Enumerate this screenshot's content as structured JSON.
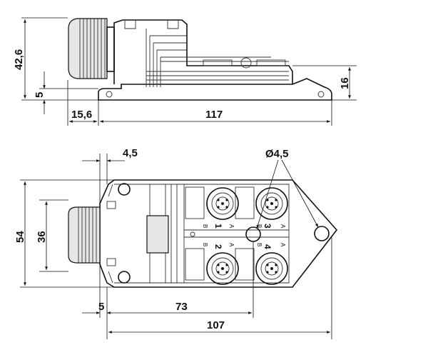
{
  "side_view": {
    "dims": {
      "height_total": "42,6",
      "base_height": "5",
      "gland_length": "15,6",
      "body_length": "117",
      "right_height": "16"
    }
  },
  "top_view": {
    "dims": {
      "hole_offset": "4,5",
      "hole_diameter": "Ø4,5",
      "width_total": "54",
      "gland_width": "36",
      "offset_left": "5",
      "port_spacing": "73",
      "mount_length": "107"
    },
    "ports": [
      {
        "number": "1",
        "a": "A",
        "b": "B"
      },
      {
        "number": "2",
        "a": "A",
        "b": "B"
      },
      {
        "number": "3",
        "a": "A",
        "b": "B"
      },
      {
        "number": "4",
        "a": "A",
        "b": "B"
      }
    ]
  }
}
